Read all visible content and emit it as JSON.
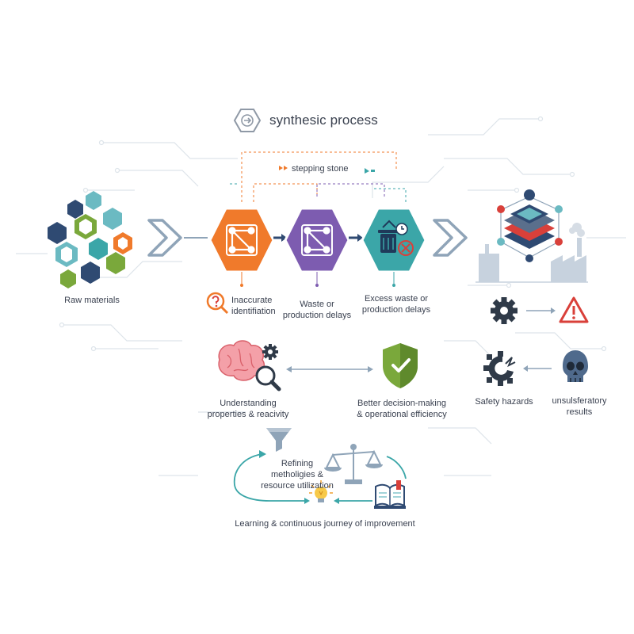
{
  "title": {
    "text": "synthesic process",
    "icon": "arrow-right-circle-icon"
  },
  "header_note": {
    "text": "stepping stone"
  },
  "nodes": {
    "raw_materials": {
      "label": "Raw materials"
    },
    "step1": {
      "label_line1": "Inaccurate",
      "label_line2": "identifiation",
      "color": "#f07a2b"
    },
    "step2": {
      "label_line1": "Waste or",
      "label_line2": "production delays",
      "color": "#7d5cb0"
    },
    "step3": {
      "label_line1": "Excess waste or",
      "label_line2": "production delays",
      "color": "#3ba6a8"
    },
    "understanding": {
      "label_line1": "Understanding",
      "label_line2": "properties & reacivity"
    },
    "decision": {
      "label_line1": "Better decision-making",
      "label_line2": "& operational efficiency"
    },
    "safety": {
      "label": "Safety hazards"
    },
    "unsatisfactory": {
      "label_line1": "unsulsferatory",
      "label_line2": "results"
    },
    "refining": {
      "label_line1": "Refining",
      "label_line2": "metholigies &",
      "label_line3": "resource utilization"
    },
    "learning": {
      "label": "Learning & continuous journey of improvement"
    }
  },
  "colors": {
    "orange": "#f07a2b",
    "purple": "#7d5cb0",
    "teal": "#3ba6a8",
    "navy": "#2f4a72",
    "green": "#7aa83b",
    "red": "#d9403a",
    "circuit": "#dde4ea"
  }
}
